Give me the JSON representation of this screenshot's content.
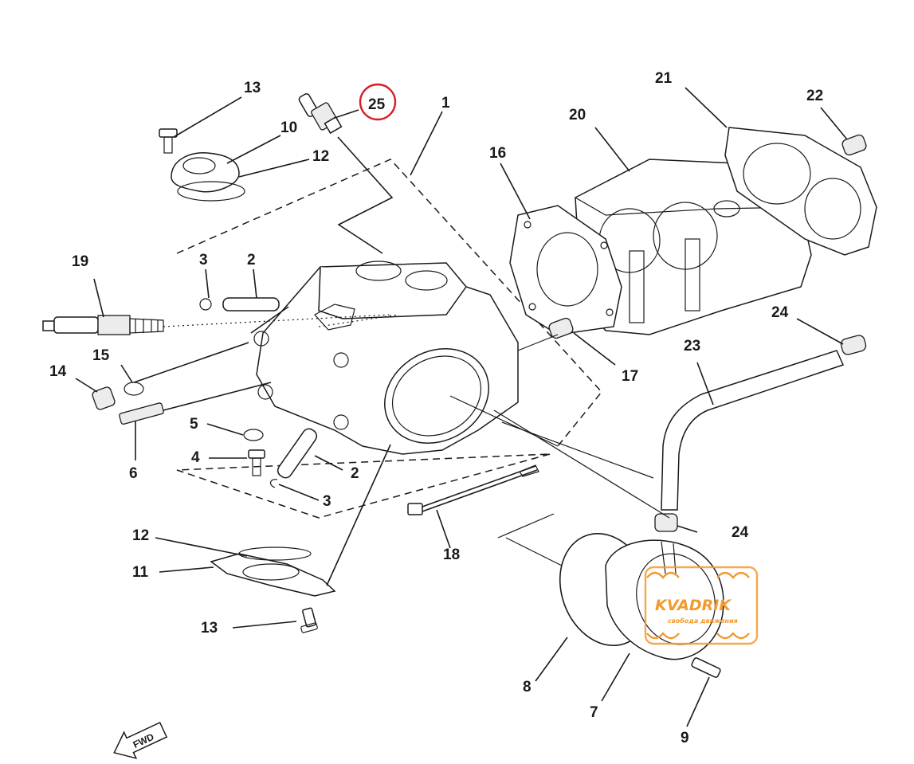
{
  "diagram": {
    "accent_color": "#d42026",
    "logo_color": "#f29a2e",
    "highlighted_part": "25",
    "fwd_label": "FWD",
    "logo": {
      "name": "KVADRIK",
      "tagline": "свобода движения"
    },
    "callouts": {
      "c13a": "13",
      "c25": "25",
      "c1": "1",
      "c21": "21",
      "c22": "22",
      "c10": "10",
      "c12a": "12",
      "c20": "20",
      "c16": "16",
      "c3a": "3",
      "c2a": "2",
      "c19": "19",
      "c24a": "24",
      "c15": "15",
      "c14": "14",
      "c23": "23",
      "c17": "17",
      "c5": "5",
      "c4": "4",
      "c6": "6",
      "c2b": "2",
      "c3b": "3",
      "c12b": "12",
      "c24b": "24",
      "c18": "18",
      "c11": "11",
      "c13b": "13",
      "c8": "8",
      "c7": "7",
      "c9": "9"
    }
  }
}
